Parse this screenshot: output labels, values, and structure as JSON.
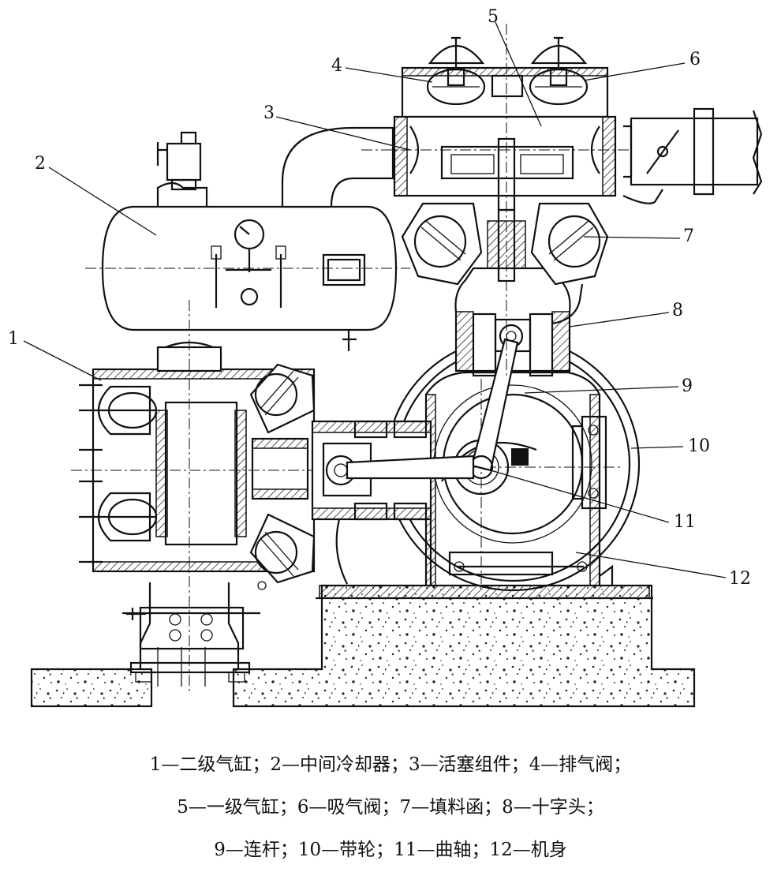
{
  "figure": {
    "callouts": [
      {
        "num": "1"
      },
      {
        "num": "2"
      },
      {
        "num": "3"
      },
      {
        "num": "4"
      },
      {
        "num": "5"
      },
      {
        "num": "6"
      },
      {
        "num": "7"
      },
      {
        "num": "8"
      },
      {
        "num": "9"
      },
      {
        "num": "10"
      },
      {
        "num": "11"
      },
      {
        "num": "12"
      }
    ]
  },
  "caption": {
    "line1": "1—二级气缸；2—中间冷却器；3—活塞组件；4—排气阀；",
    "line2": "5—一级气缸；6—吸气阀；7—填料函；8—十字头；",
    "line3": "9—连杆；10—带轮；11—曲轴；12—机身"
  }
}
